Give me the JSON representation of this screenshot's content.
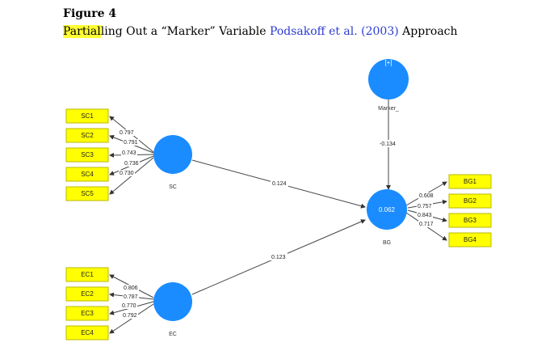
{
  "figure_number": "Figure 4",
  "caption": {
    "highlighted": "Partial",
    "rest_before_citation": "ling Out a “Marker” Variable ",
    "citation_text": "Podsakoff et al. (2003)",
    "rest_after_citation": " Approach"
  },
  "latent_variables": {
    "sc": {
      "label": "SC",
      "inner": ""
    },
    "ec": {
      "label": "EC",
      "inner": ""
    },
    "bg": {
      "label": "BG",
      "inner": "0.062"
    },
    "marker": {
      "label": "Marker_",
      "inner": "[+]"
    }
  },
  "indicators": {
    "sc": [
      "SC1",
      "SC2",
      "SC3",
      "SC4",
      "SC5"
    ],
    "ec": [
      "EC1",
      "EC2",
      "EC3",
      "EC4"
    ],
    "bg": [
      "BG1",
      "BG2",
      "BG3",
      "BG4"
    ]
  },
  "loadings": {
    "sc": [
      "0.797",
      "0.791",
      "0.743",
      "0.736",
      "0.730"
    ],
    "ec": [
      "0.806",
      "0.787",
      "0.770",
      "0.792"
    ],
    "bg": [
      "0.608",
      "0.757",
      "0.843",
      "0.717"
    ]
  },
  "paths": {
    "sc_bg": "0.124",
    "ec_bg": "0.123",
    "marker_bg": "-0.134"
  },
  "colors": {
    "latent": "#1a8cff",
    "indicator": "#ffff00",
    "highlight": "#ffff33",
    "citation": "#2b3bd1"
  }
}
